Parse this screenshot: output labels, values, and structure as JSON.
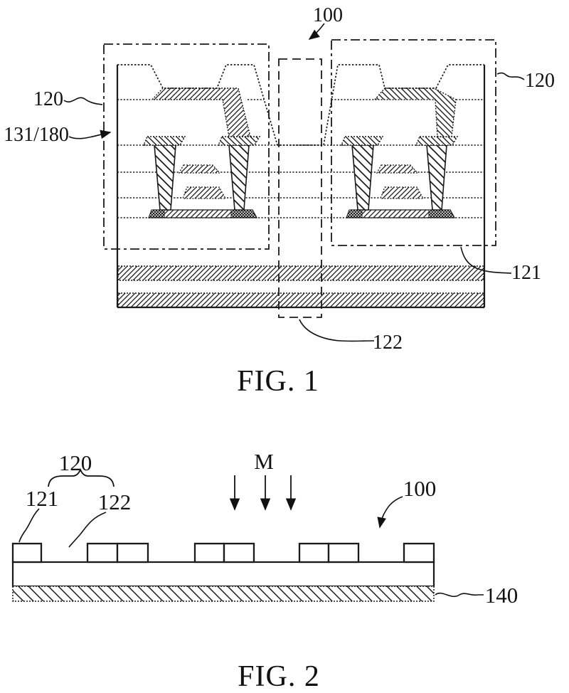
{
  "document_type": "patent-figure-sheet",
  "colors": {
    "ink": "#1a1a1a",
    "paper": "#ffffff"
  },
  "figure1": {
    "caption": "FIG. 1",
    "labels": {
      "l100": "100",
      "l120_left": "120",
      "l131_180": "131/180",
      "l120_right": "120",
      "l121": "121",
      "l122": "122"
    }
  },
  "figure2": {
    "caption": "FIG. 2",
    "labels": {
      "l120": "120",
      "l121": "121",
      "l122": "122",
      "lM": "M",
      "l100": "100",
      "l140": "140"
    }
  }
}
